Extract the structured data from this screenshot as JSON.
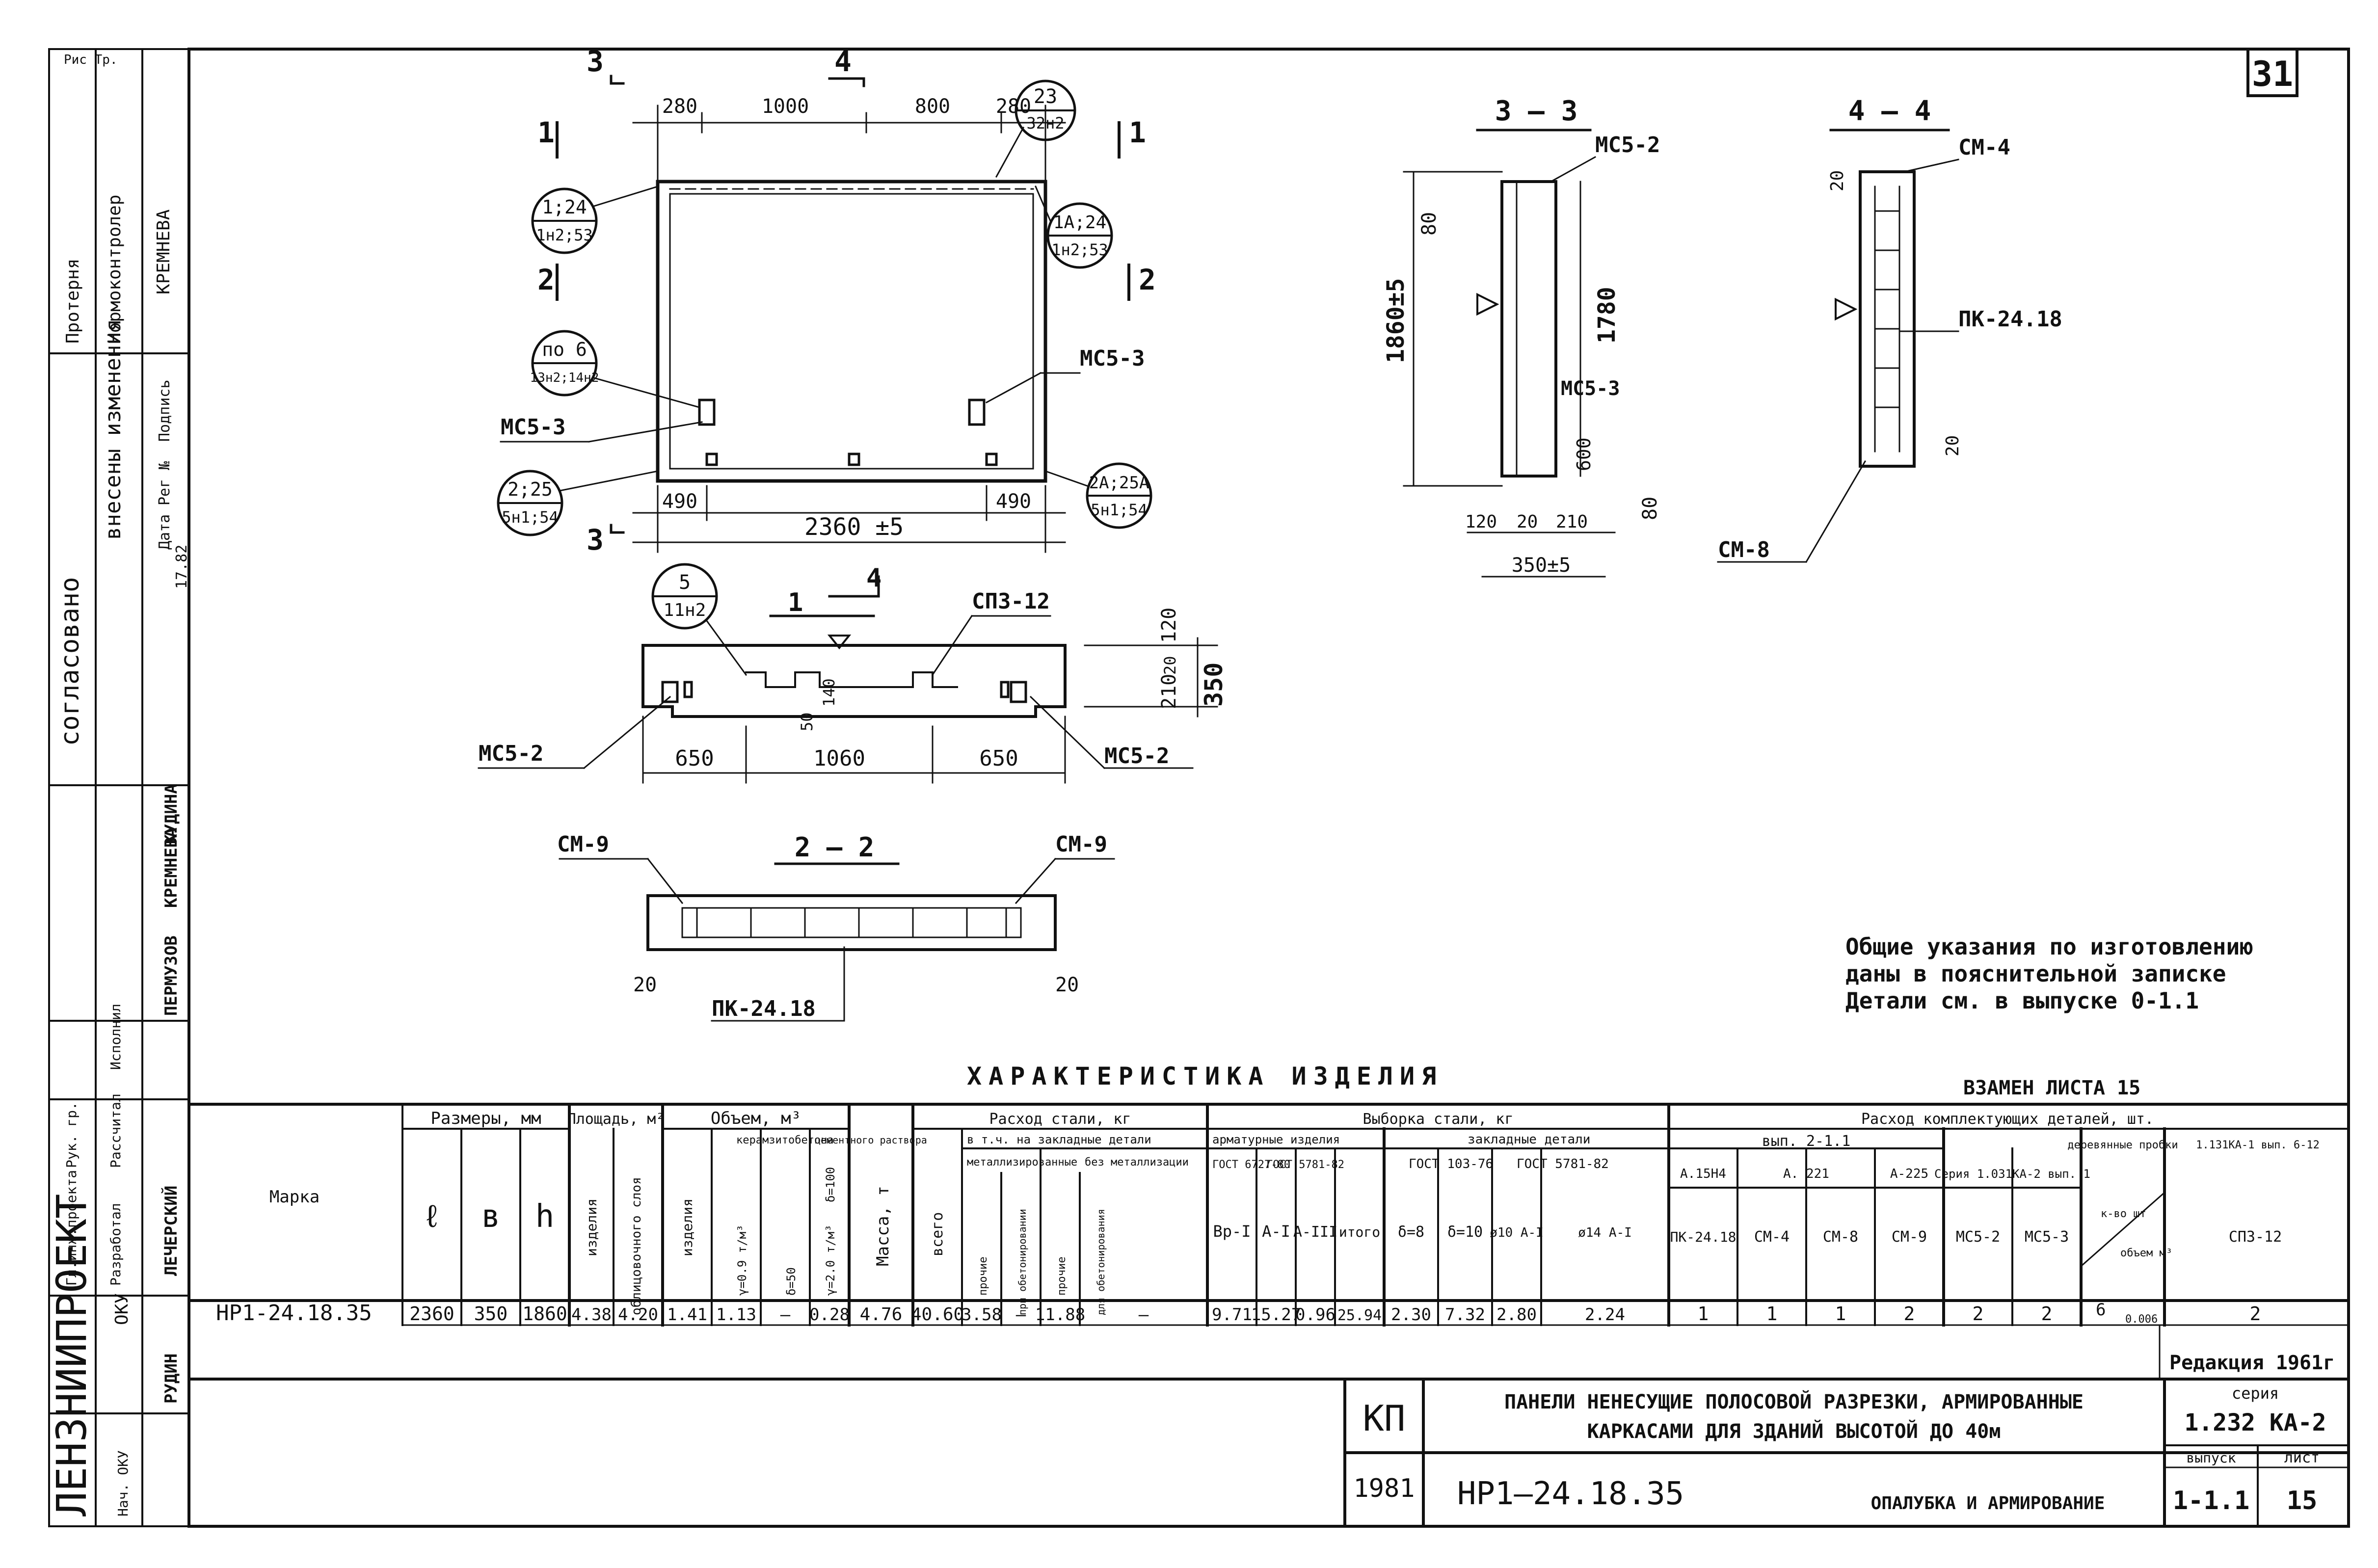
{
  "sheet": {
    "number": "31",
    "corner": "Рис Тр."
  },
  "stamp": {
    "protoprint": "Протерня",
    "normocontrol": "Нормоконтролер",
    "normocontrol_name": "КРЕМНЕВА",
    "changes": "внесены изменения",
    "date_col": "Дата",
    "reg_col": "Рег №",
    "post_col": "Подпись",
    "date_val": "17.82",
    "org": "согласовано",
    "roles": [
      "Гл.инж.проекта",
      "Рук. гр.",
      "Разработал",
      "Рассчитал",
      "Исполнил"
    ],
    "names": [
      "ПЕРМУЗОВ",
      "КРЕМНЕВА",
      "КУДИНА",
      "ЛЕЧЕРСКИЙ",
      "РУДИН"
    ],
    "institute": "ЛЕНЗНИИПРОЕКТ",
    "dept": "ОКУ",
    "dept_bottom": "Нач. ОКУ"
  },
  "views": {
    "front": {
      "cut3_top": "3",
      "cut4_top": "4",
      "cut1_left": "1",
      "cut1_right": "1",
      "cut2_left": "2",
      "cut2_right": "2",
      "cut3_bottom": "3",
      "dims_top": [
        "280",
        "1000",
        "800",
        "280"
      ],
      "dims_bottom": [
        "490",
        "490"
      ],
      "total_width": "2360 ±5",
      "callout_tr": [
        "23",
        "32н2"
      ],
      "callout_tl": [
        "1;24",
        "1н2;53"
      ],
      "callout_r": [
        "1А;24",
        "1н2;53"
      ],
      "callout_ml": [
        "по 6",
        "13н2;14н2"
      ],
      "callout_bl": [
        "2;25",
        "5н1;54"
      ],
      "callout_br": [
        "2А;25А",
        "5н1;54"
      ],
      "label_mc53_right": "МС5-3",
      "label_mc53_left": "МС5-3"
    },
    "plan": {
      "cut4": "4",
      "cut1": "1",
      "callout": [
        "5",
        "11н2"
      ],
      "label_left": "МС5-2",
      "label_right": "МС5-2",
      "label_top": "СП3-12",
      "dims": [
        "650",
        "1060",
        "650"
      ],
      "dim_50": "50",
      "dim_140": "140",
      "heights": [
        "120",
        "20",
        "210"
      ],
      "total_height": "350"
    },
    "section22": {
      "title": "2 — 2",
      "cm_left": "СМ-9",
      "cm_right": "СМ-9",
      "pk": "ПК-24.18",
      "d20l": "20",
      "d20r": "20"
    },
    "section33": {
      "title": "3 — 3",
      "mc52": "МС5-2",
      "mc53": "МС5-3",
      "h_total": "1860±5",
      "h_inner": "1780",
      "d80a": "80",
      "d80b": "80",
      "d600": "600",
      "bottom_dims": [
        "120",
        "20",
        "210"
      ],
      "total": "350±5"
    },
    "section44": {
      "title": "4 — 4",
      "cm4": "СМ-4",
      "cm8": "СМ-8",
      "pk": "ПК-24.18",
      "d20": "20",
      "d20b": "20"
    }
  },
  "notes": {
    "line1": "Общие указания по изготовлению",
    "line2": "даны в пояснительной записке",
    "line3": "Детали см. в выпуске 0-1.1"
  },
  "table": {
    "title": "ХАРАКТЕРИСТИКА ИЗДЕЛИЯ",
    "replace": "ВЗАМЕН ЛИСТА 15",
    "h_marka": "Марка",
    "h_sizes": "Размеры, мм",
    "h_area": "Площадь, м²",
    "h_volume": "Объем, м³",
    "h_mass": "Масса, т",
    "h_steel": "Расход стали, кг",
    "h_select": "Выборка стали, кг",
    "h_parts": "Расход комплектующих деталей, шт.",
    "s_l": "ℓ",
    "s_b": "в",
    "s_h": "h",
    "area_sub": [
      "изделия",
      "облицовочного слоя"
    ],
    "vol_sub": [
      "изделия",
      "керамзитобетона",
      "цементного раствора"
    ],
    "vol_ker": [
      "γ=0.9 т/м³",
      "δ=50"
    ],
    "vol_cem": [
      "γ=2.0 т/м³",
      "δ=100"
    ],
    "steel_total": "всего",
    "steel_incl": "в т.ч. на закладные детали",
    "steel_met": "металлизированные",
    "steel_nomet": "без металлизации",
    "steel_cols": [
      "прочие",
      "при обетонировании",
      "прочие",
      "для обетонирования"
    ],
    "sel_arm": "арматурные изделия",
    "sel_emb": "закладные детали",
    "sel_std1": "ГОСТ 6727-80",
    "sel_std2": "ГОСТ 5781-82",
    "sel_cols": [
      "Вр-I",
      "А-I",
      "А-III",
      "итого"
    ],
    "emb_std1": "ГОСТ 103-76",
    "emb_std2": "ГОСТ 5781-82",
    "emb_cols": [
      "δ=8",
      "δ=10",
      "ø10 А-I",
      "ø14 А-I"
    ],
    "vyp1": "вып. 2-1.1",
    "vyp1_a": "А.15Н4",
    "vyp1_b": "А. 221",
    "vyp1_c": "А-225",
    "series": "Серия 1.031КА-2 вып. 1",
    "wood": "деревянные пробки",
    "ser2": "1.131КА-1 вып. 6-12",
    "part_cols": [
      "ПК-24.18",
      "СМ-4",
      "СМ-8",
      "СМ-9",
      "МС5-2",
      "МС5-3"
    ],
    "wood_sub": [
      "к-во шт",
      "объем м³"
    ],
    "last_col": "СП3-12",
    "row": {
      "marka": "НР1-24.18.35",
      "l": "2360",
      "b": "350",
      "h": "1860",
      "area1": "4.38",
      "area2": "4.20",
      "vol1": "1.41",
      "vol2": "1.13",
      "vol3": "–",
      "vol4": "0.28",
      "mass": "4.76",
      "steel_total": "40.60",
      "m1": "3.58",
      "m2": "–",
      "m3": "11.88",
      "m4": "–",
      "s1": "9.71",
      "s2": "15.27",
      "s3": "0.96",
      "s4": "25.94",
      "e1": "2.30",
      "e2": "7.32",
      "e3": "2.80",
      "e4": "2.24",
      "p1": "1",
      "p2": "1",
      "p3": "1",
      "p4": "2",
      "p5": "2",
      "p6": "2",
      "w1": "6",
      "w2": "0.006",
      "last": "2"
    },
    "edition": "Редакция 1961г"
  },
  "titleblock": {
    "kp": "КП",
    "year": "1981",
    "title_line1": "ПАНЕЛИ НЕНЕСУЩИЕ ПОЛОСОВОЙ РАЗРЕЗКИ, АРМИРОВАННЫЕ",
    "title_line2": "КАРКАСАМИ ДЛЯ ЗДАНИЙ ВЫСОТОЙ ДО 40м",
    "mark": "НР1–24.18.35",
    "subtitle": "ОПАЛУБКА И АРМИРОВАНИЕ",
    "series_label": "серия",
    "series": "1.232 КА-2",
    "issue_label": "выпуск",
    "issue": "1-1.1",
    "sheet_label": "лист",
    "sheet": "15"
  }
}
